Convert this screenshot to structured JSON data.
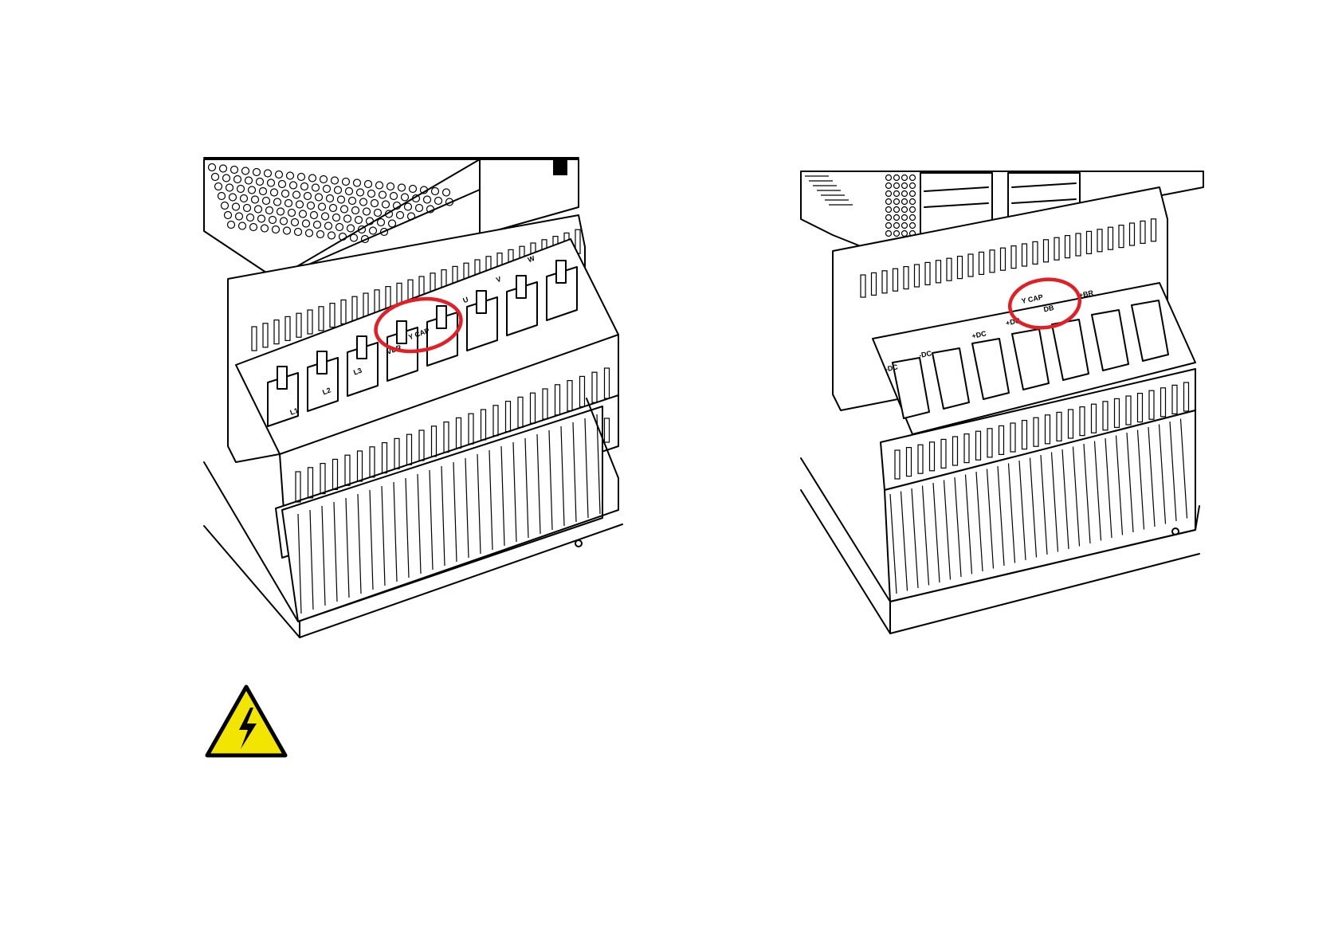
{
  "left_drive": {
    "line_terminals": [
      "L1",
      "L2",
      "L3"
    ],
    "jumper_labels": [
      "VDR",
      "Y CAP"
    ],
    "motor_terminals": [
      "U",
      "V",
      "W"
    ]
  },
  "right_drive": {
    "dc_terminals": [
      "-DC",
      "-DC",
      "+DC",
      "+DC",
      "+BR"
    ],
    "jumper_labels": [
      "DB",
      "Y CAP"
    ]
  },
  "highlight_color": "#e31e24",
  "warning_icon": {
    "name": "electrical-hazard-icon",
    "fill": "#f2e600",
    "border": "#000000"
  }
}
